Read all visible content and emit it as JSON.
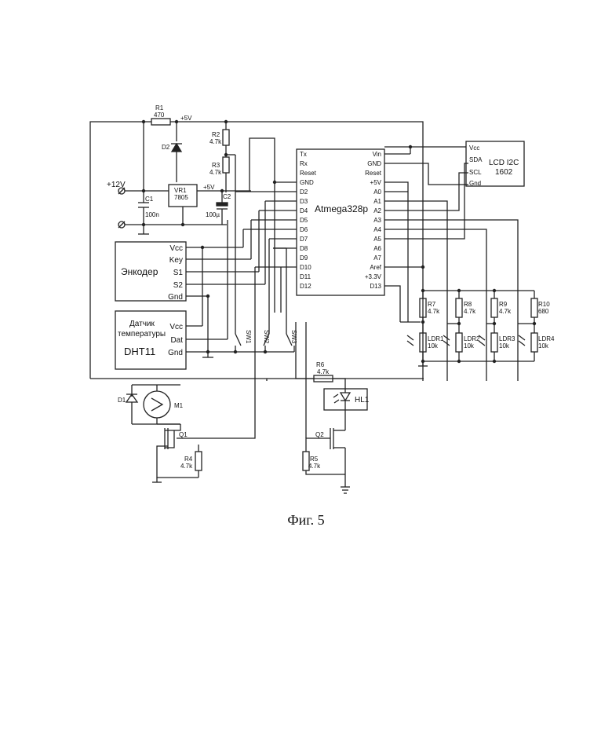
{
  "caption": "Фиг. 5",
  "mcu": {
    "name": "Atmega328p",
    "left_pins": [
      "Tx",
      "Rx",
      "Reset",
      "GND",
      "D2",
      "D3",
      "D4",
      "D5",
      "D6",
      "D7",
      "D8",
      "D9",
      "D10",
      "D11",
      "D12"
    ],
    "right_pins": [
      "Vin",
      "GND",
      "Reset",
      "+5V",
      "A0",
      "A1",
      "A2",
      "A3",
      "A4",
      "A5",
      "A6",
      "A7",
      "Aref",
      "+3.3V",
      "D13"
    ]
  },
  "lcd": {
    "title1": "LCD I2C",
    "title2": "1602",
    "pins": [
      "Vcc",
      "SDA",
      "SCL",
      "Gnd"
    ]
  },
  "encoder": {
    "title": "Энкодер",
    "pins": [
      "Vcc",
      "Key",
      "S1",
      "S2",
      "Gnd"
    ]
  },
  "dht": {
    "title1": "Датчик",
    "title2": "температуры",
    "title3": "DHT11",
    "pins": [
      "Vcc",
      "Dat",
      "Gnd"
    ]
  },
  "power": {
    "input": "+12V",
    "supply_5v": "+5V"
  },
  "regulator": {
    "ref": "VR1",
    "value": "7805"
  },
  "resistors": [
    {
      "ref": "R1",
      "value": "470"
    },
    {
      "ref": "R2",
      "value": "4.7k"
    },
    {
      "ref": "R3",
      "value": "4.7k"
    },
    {
      "ref": "R4",
      "value": "4.7k"
    },
    {
      "ref": "R5",
      "value": "4.7k"
    },
    {
      "ref": "R6",
      "value": "4.7k"
    },
    {
      "ref": "R7",
      "value": "4.7k"
    },
    {
      "ref": "R8",
      "value": "4.7k"
    },
    {
      "ref": "R9",
      "value": "4.7k"
    },
    {
      "ref": "R10",
      "value": "680"
    }
  ],
  "capacitors": [
    {
      "ref": "C1",
      "value": "100n"
    },
    {
      "ref": "C2",
      "value": "100µ"
    }
  ],
  "diodes": [
    "D1",
    "D2"
  ],
  "motor": "M1",
  "transistors": [
    "Q1",
    "Q2"
  ],
  "switches": [
    "SW1",
    "SW2",
    "SW3"
  ],
  "led": "HL1",
  "ldrs": [
    {
      "ref": "LDR1",
      "value": "10k"
    },
    {
      "ref": "LDR2",
      "value": "10k"
    },
    {
      "ref": "LDR3",
      "value": "10k"
    },
    {
      "ref": "LDR4",
      "value": "10k"
    }
  ]
}
